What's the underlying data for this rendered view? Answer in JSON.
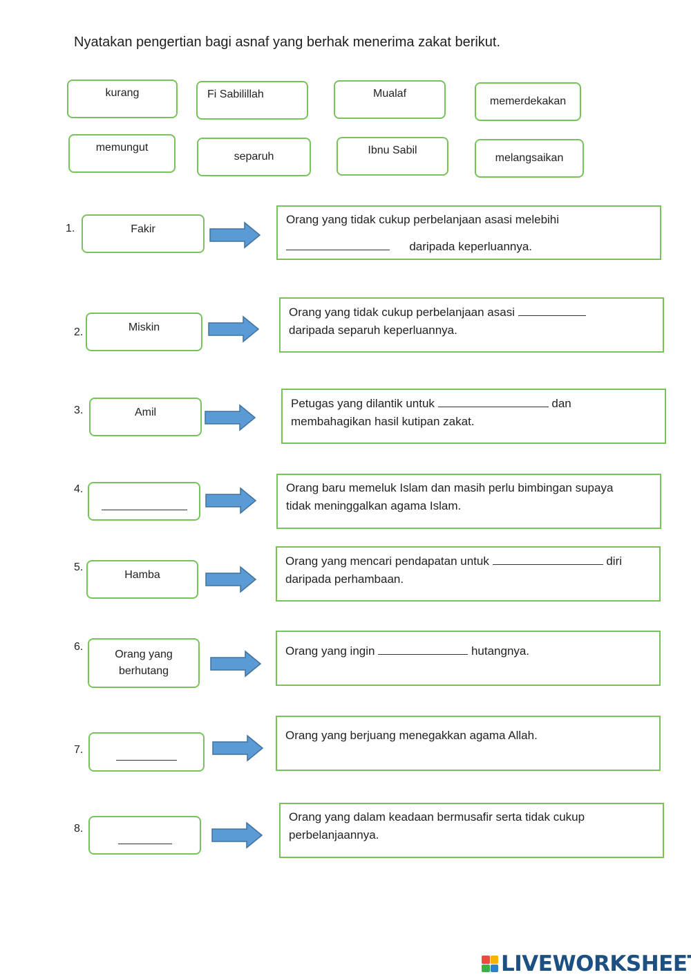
{
  "instruction": "Nyatakan pengertian bagi asnaf yang berhak menerima zakat berikut.",
  "word_bank": [
    "kurang",
    "Fi Sabilillah",
    "Mualaf",
    "memerdekakan",
    "memungut",
    "separuh",
    "Ibnu Sabil",
    "melangsaikan"
  ],
  "items": [
    {
      "number": "1.",
      "label": "Fakir",
      "def_line1": "Orang yang tidak cukup perbelanjaan asasi melebihi",
      "def_line2": "daripada keperluannya."
    },
    {
      "number": "2.",
      "label": "Miskin",
      "def_line1": "Orang yang tidak cukup perbelanjaan asasi",
      "def_line2": "daripada separuh keperluannya."
    },
    {
      "number": "3.",
      "label": "Amil",
      "def_line1": "Petugas yang dilantik untuk",
      "def_line1_after": "dan",
      "def_line2": "membahagikan hasil kutipan zakat."
    },
    {
      "number": "4.",
      "label": "",
      "def_line1": "Orang baru memeluk Islam dan masih perlu bimbingan supaya",
      "def_line2": "tidak meninggalkan agama Islam."
    },
    {
      "number": "5.",
      "label": "Hamba",
      "def_line1": "Orang yang mencari pendapatan untuk",
      "def_line1_after": "diri",
      "def_line2": "daripada perhambaan."
    },
    {
      "number": "6.",
      "label": "Orang yang\nberhutang",
      "def_line1": "Orang yang ingin",
      "def_line1_after": "hutangnya."
    },
    {
      "number": "7.",
      "label": "",
      "def_line1": "Orang yang berjuang menegakkan agama Allah."
    },
    {
      "number": "8.",
      "label": "",
      "def_line1": "Orang yang dalam keadaan bermusafir serta tidak cukup",
      "def_line2": "perbelanjaannya."
    }
  ],
  "footer": {
    "brand": "LIVEWORKSHEETS"
  },
  "colors": {
    "box_border": "#78c25a",
    "arrow_fill": "#5b9bd5",
    "arrow_stroke": "#41719c",
    "brand": "#1c4f82"
  }
}
